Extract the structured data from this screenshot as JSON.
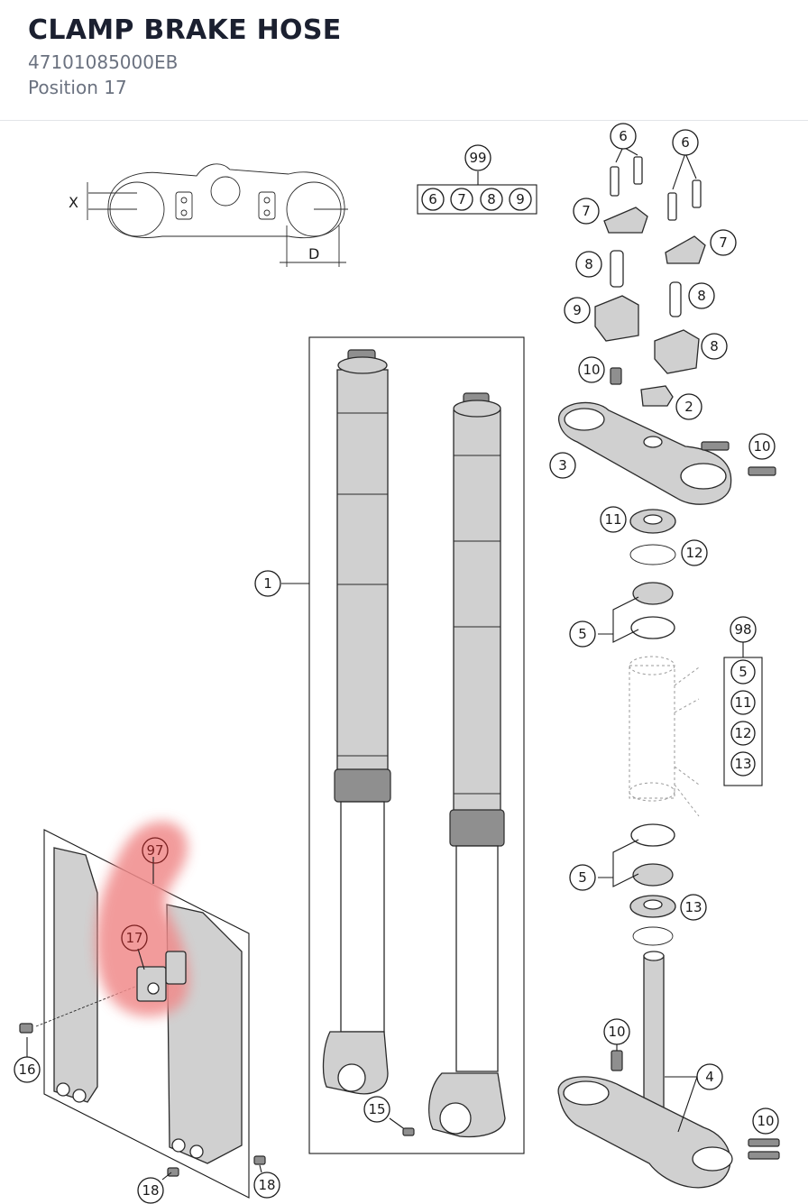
{
  "header": {
    "title": "CLAMP BRAKE HOSE",
    "part_number": "47101085000EB",
    "position": "Position 17"
  },
  "dimension_labels": {
    "x": "X",
    "d": "D"
  },
  "callouts": {
    "c1": "1",
    "c2": "2",
    "c3": "3",
    "c4": "4",
    "c5": "5",
    "c6": "6",
    "c7": "7",
    "c8": "8",
    "c9": "9",
    "c10": "10",
    "c11": "11",
    "c12": "12",
    "c13": "13",
    "c15": "15",
    "c16": "16",
    "c17": "17",
    "c18": "18",
    "c97": "97",
    "c98": "98",
    "c99": "99"
  },
  "highlight_color": "#f08a8a"
}
